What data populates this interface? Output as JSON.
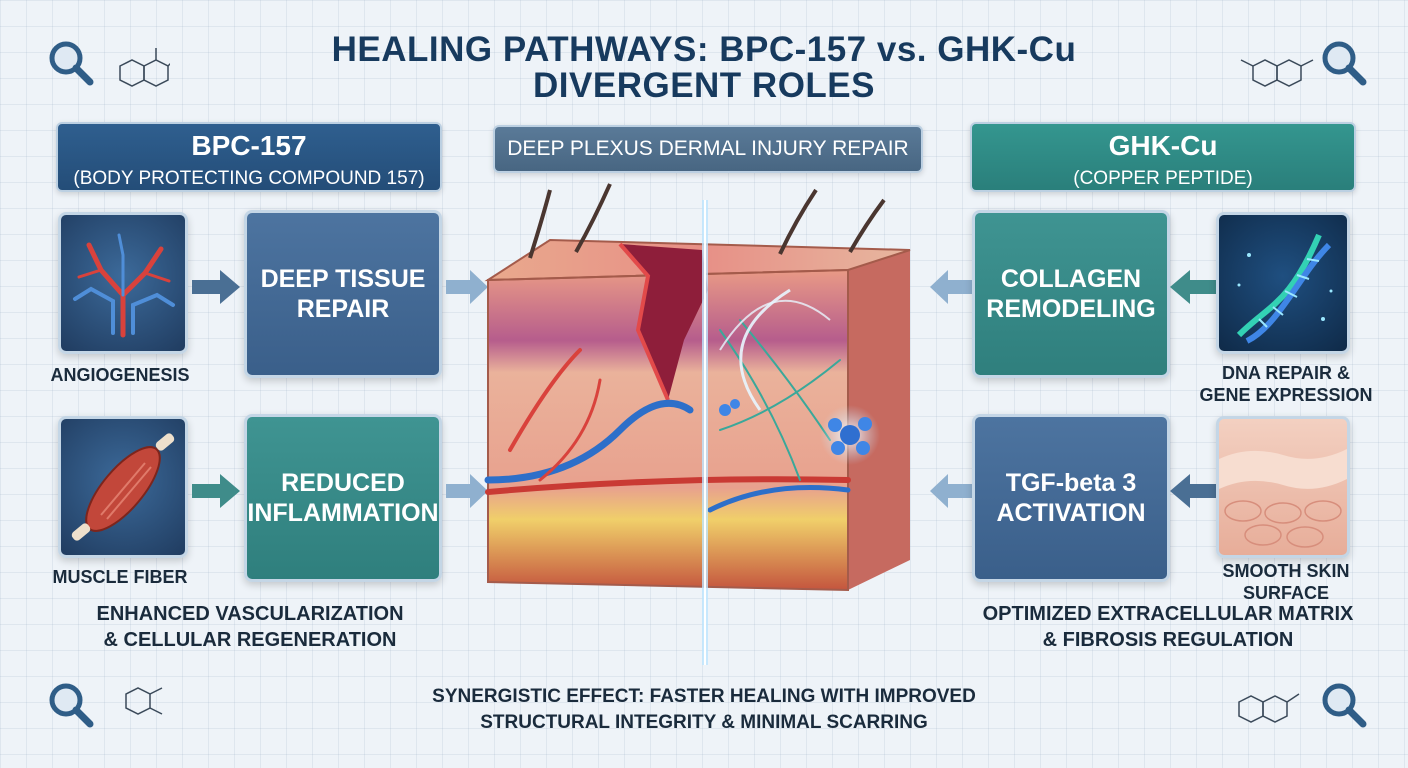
{
  "title": {
    "line1": "HEALING PATHWAYS: BPC-157 vs. GHK-Cu",
    "line2": "DIVERGENT ROLES"
  },
  "center_header": "DEEP PLEXUS DERMAL INJURY REPAIR",
  "left": {
    "name": "BPC-157",
    "subtitle": "(BODY PROTECTING COMPOUND 157)",
    "box1": "DEEP TISSUE\nREPAIR",
    "box2": "REDUCED\nINFLAMMATION",
    "image1_label": "ANGIOGENESIS",
    "image2_label": "MUSCLE FIBER",
    "summary": "ENHANCED VASCULARIZATION\n& CELLULAR REGENERATION"
  },
  "right": {
    "name": "GHK-Cu",
    "subtitle": "(COPPER PEPTIDE)",
    "box1": "COLLAGEN\nREMODELING",
    "box2": "TGF-beta 3\nACTIVATION",
    "image1_label": "DNA REPAIR &\nGENE EXPRESSION",
    "image2_label": "SMOOTH SKIN\nSURFACE",
    "summary": "OPTIMIZED EXTRACELLULAR MATRIX\n& FIBROSIS REGULATION"
  },
  "bottom_summary": "SYNERGISTIC EFFECT: FASTER HEALING WITH IMPROVED\nSTRUCTURAL INTEGRITY & MINIMAL SCARRING",
  "icons": [
    "magnifier-icon",
    "molecule-icon"
  ],
  "colors": {
    "navy": "#2c5a88",
    "teal": "#2f8f8c",
    "slate": "#476a8e",
    "title": "#173a5e"
  }
}
